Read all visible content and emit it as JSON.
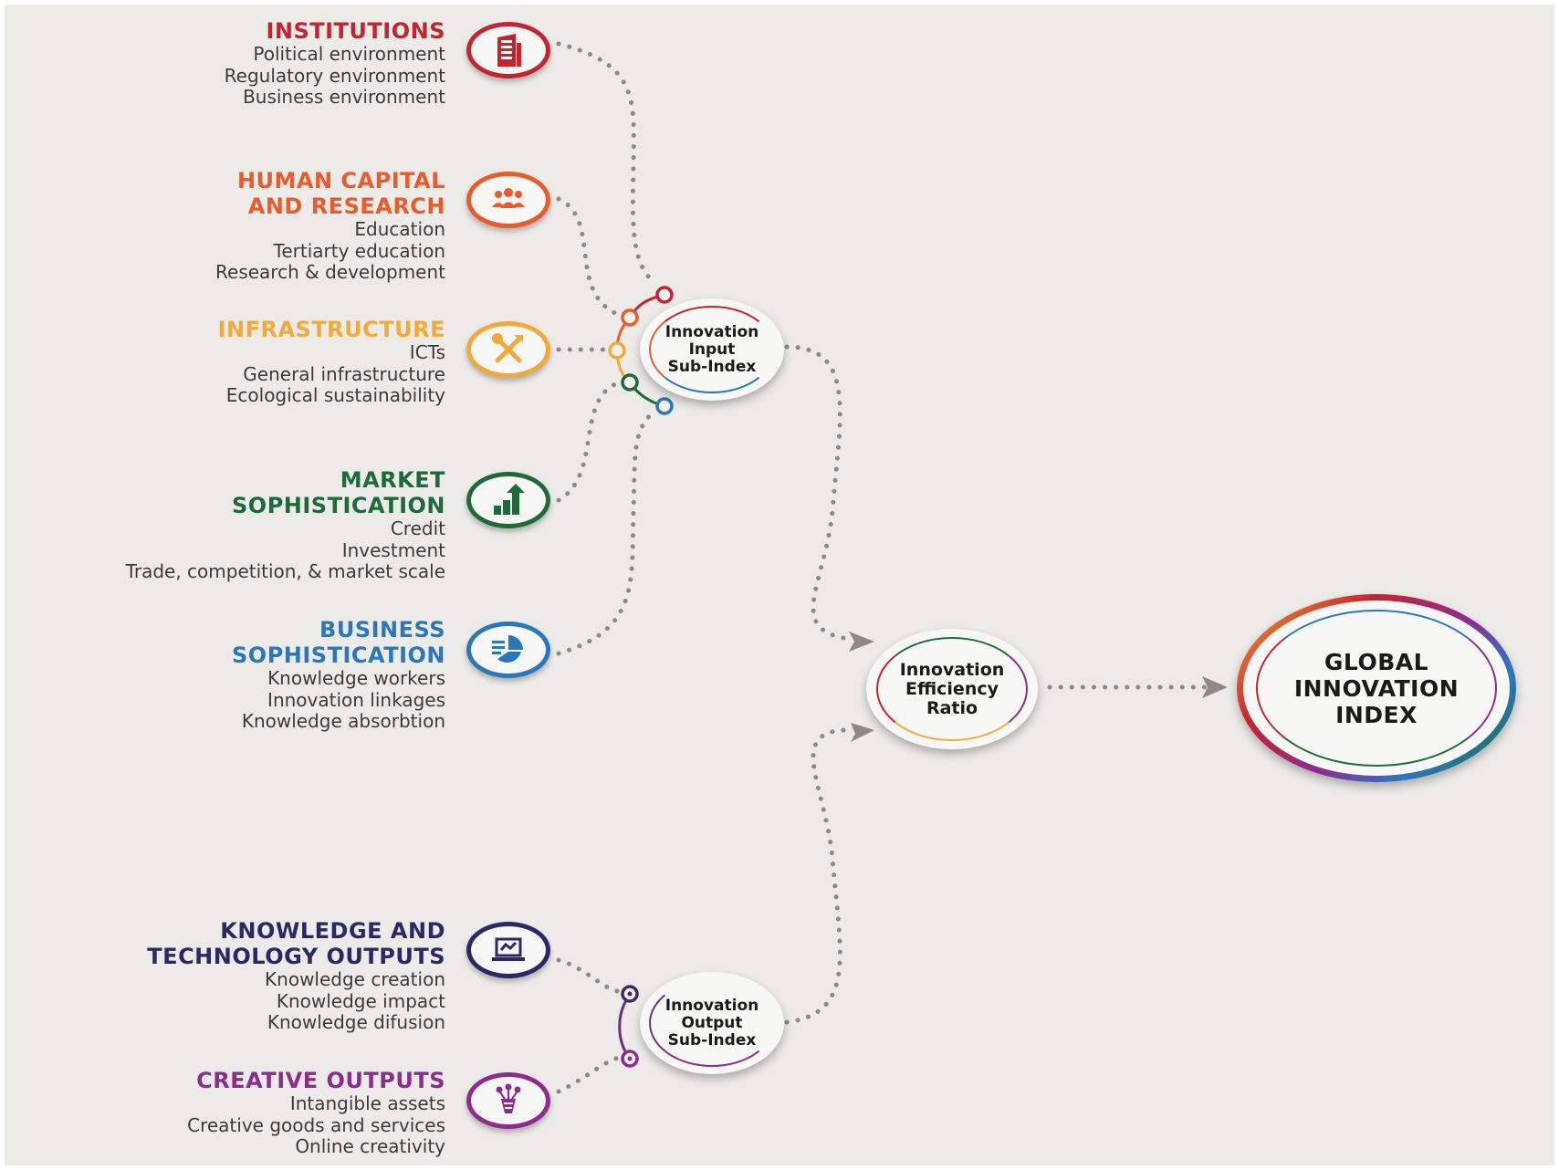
{
  "pillars": {
    "institutions": {
      "title": "INSTITUTIONS",
      "items": [
        "Political environment",
        "Regulatory environment",
        "Business environment"
      ],
      "color": "#c7232f",
      "icon": "building-icon"
    },
    "human_capital": {
      "title": "HUMAN CAPITAL\nAND RESEARCH",
      "items": [
        "Education",
        "Tertiarty education",
        "Research & development"
      ],
      "color": "#ea5a2b",
      "icon": "people-icon"
    },
    "infrastructure": {
      "title": "INFRASTRUCTURE",
      "items": [
        "ICTs",
        "General infrastructure",
        "Ecological sustainability"
      ],
      "color": "#f3a93a",
      "icon": "tools-icon"
    },
    "market": {
      "title": "MARKET\nSOPHISTICATION",
      "items": [
        "Credit",
        "Investment",
        "Trade, competition, & market scale"
      ],
      "color": "#1e6b3a",
      "icon": "growth-chart-icon"
    },
    "business": {
      "title": "BUSINESS\nSOPHISTICATION",
      "items": [
        "Knowledge workers",
        "Innovation linkages",
        "Knowledge absorbtion"
      ],
      "color": "#2b77bd",
      "icon": "pie-chart-icon"
    },
    "knowledge": {
      "title": "KNOWLEDGE AND\nTECHNOLOGY OUTPUTS",
      "items": [
        "Knowledge creation",
        "Knowledge impact",
        "Knowledge difusion"
      ],
      "color": "#2a2866",
      "icon": "laptop-icon"
    },
    "creative": {
      "title": "CREATIVE OUTPUTS",
      "items": [
        "Intangible assets",
        "Creative goods and services",
        "Online creativity"
      ],
      "color": "#8d2c8f",
      "icon": "creative-idea-icon"
    }
  },
  "nodes": {
    "input": "Innovation\nInput\nSub-Index",
    "output": "Innovation\nOutput\nSub-Index",
    "efficiency": "Innovation\nEfficiency\nRatio",
    "gii": "GLOBAL\nINNOVATION\nINDEX"
  }
}
